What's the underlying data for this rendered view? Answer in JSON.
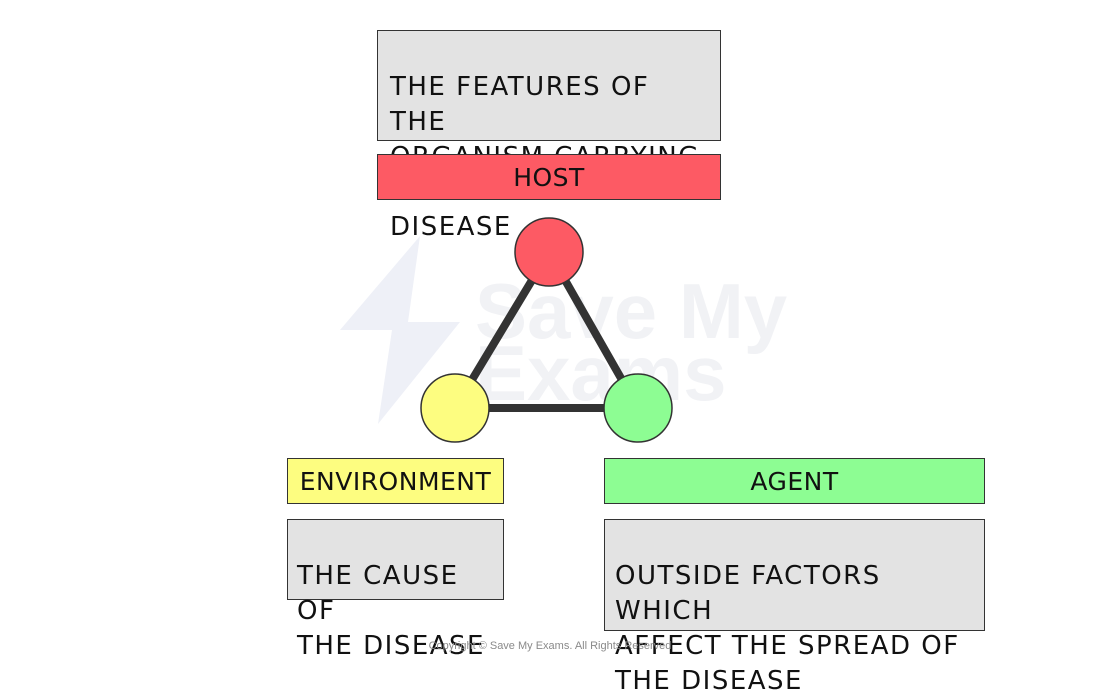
{
  "host": {
    "label": "HOST",
    "description": "THE FEATURES OF THE\nORGANISM CARRYING A\nDISEASE",
    "color": "#fd5a64"
  },
  "environment": {
    "label": "ENVIRONMENT",
    "description": "THE CAUSE OF\nTHE DISEASE",
    "color": "#fdfd80"
  },
  "agent": {
    "label": "AGENT",
    "description": "OUTSIDE FACTORS WHICH\nAFFECT THE SPREAD OF\nTHE DISEASE",
    "color": "#8dfd93"
  },
  "description_box_color": "#e3e3e3",
  "watermark": {
    "line1": "Save My",
    "line2": "Exams"
  },
  "copyright": "Copyright © Save My Exams. All Rights Reserved"
}
